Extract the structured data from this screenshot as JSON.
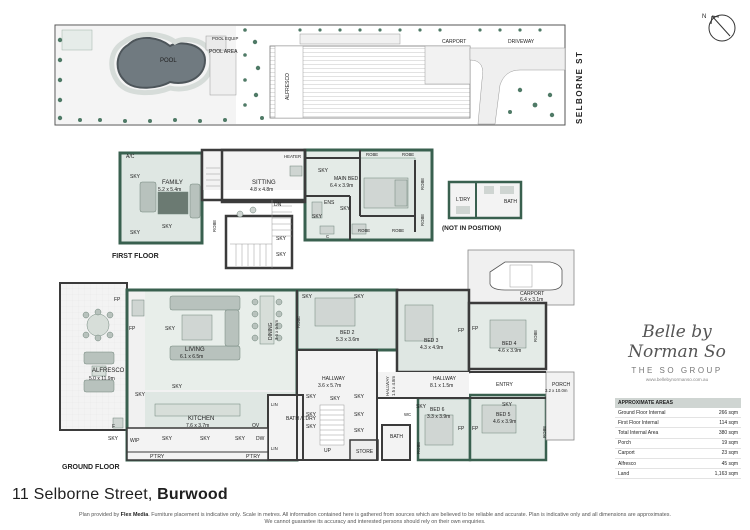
{
  "site": {
    "street": "SELBORNE ST",
    "pool": "POOL",
    "pool_area": "POOL AREA",
    "pool_equip": "POOL EQUIP",
    "alfresco": "ALFRESCO",
    "carport": "CARPORT",
    "driveway": "DRIVEWAY"
  },
  "compass": "N",
  "first_floor": {
    "title": "FIRST FLOOR",
    "family": "FAMILY",
    "family_dim": "5.2 x 5.4m",
    "sitting": "SITTING",
    "sitting_dim": "4.8 x 4.8m",
    "main_bed": "MAIN BED",
    "main_bed_dim": "6.4 x 3.9m",
    "ens": "ENS",
    "robe": "ROBE",
    "sky": "SKY",
    "dn": "DN",
    "ac": "A/C",
    "heater": "HEATER",
    "c": "C"
  },
  "not_in_position": {
    "label": "(NOT IN POSITION)",
    "ldry": "L'DRY",
    "bath": "BATH"
  },
  "ground_floor": {
    "title": "GROUND FLOOR",
    "alfresco": "ALFRESCO",
    "alfresco_dim": "5.0 x 11.9m",
    "living": "LIVING",
    "living_dim": "6.1 x 6.5m",
    "dining": "DINING",
    "dining_dim": "3.6 x 6.5m",
    "kitchen": "KITCHEN",
    "kitchen_dim": "7.6 x 3.7m",
    "bed2": "BED 2",
    "bed2_dim": "5.3 x 3.6m",
    "bed3": "BED 3",
    "bed3_dim": "4.3 x 4.9m",
    "bed4": "BED 4",
    "bed4_dim": "4.6 x 3.9m",
    "bed5": "BED 5",
    "bed5_dim": "4.6 x 3.9m",
    "bed6": "BED 6",
    "bed6_dim": "3.3 x 3.9m",
    "hallway1": "HALLWAY",
    "hallway1_dim": "3.6 x 5.7m",
    "hallway2": "HALLWAY",
    "hallway2_dim": "8.1 x 1.5m",
    "hallway3": "HALLWAY",
    "hallway3_dim": "1.5 x 4.8m",
    "carport": "CARPORT",
    "carport_dim": "6.4 x 3.1m",
    "porch": "PORCH",
    "porch_dim": "3.2 x 10.0m",
    "entry": "ENTRY",
    "bath_ldry": "BATH /L'DRY",
    "bath": "BATH",
    "store": "STORE",
    "lin": "LIN",
    "wip": "WIP",
    "ptry": "P'TRY",
    "ov": "OV",
    "dw": "DW",
    "fp": "FP",
    "up": "UP",
    "sky": "SKY",
    "robe": "ROBE",
    "f": "F",
    "wc": "WC"
  },
  "address": {
    "street": "11 Selborne Street,",
    "suburb": "Burwood"
  },
  "brand": {
    "script": "Belle by Norman So",
    "group": "THE SO GROUP",
    "web": "www.bellebynormanso.com.au"
  },
  "areas": {
    "title": "APPROXIMATE AREAS",
    "rows": [
      {
        "label": "Ground Floor Internal",
        "value": "266 sqm"
      },
      {
        "label": "First Floor Internal",
        "value": "114 sqm"
      },
      {
        "label": "Total Internal Area",
        "value": "380 sqm"
      },
      {
        "label": "Porch",
        "value": "19 sqm"
      },
      {
        "label": "Carport",
        "value": "23 sqm"
      },
      {
        "label": "Alfresco",
        "value": "45 sqm"
      },
      {
        "label": "Land",
        "value": "1,163 sqm"
      }
    ]
  },
  "disclaimer": {
    "prefix": "Plan provided by ",
    "provider": "Flex Media",
    "line1": ". Furniture placement is indicative only. Scale in metres. All information contained here is gathered from sources which are believed to be reliable and accurate. Plan is indicative only and all dimensions are approximates.",
    "line2": "We cannot guarantee its accuracy and interested persons should rely on their own enquiries."
  },
  "colors": {
    "green": "#39604f",
    "green_light": "#7a9a89",
    "wall": "#3b3b3b",
    "floor": "#ececec",
    "furniture": "#b8c2bd"
  }
}
